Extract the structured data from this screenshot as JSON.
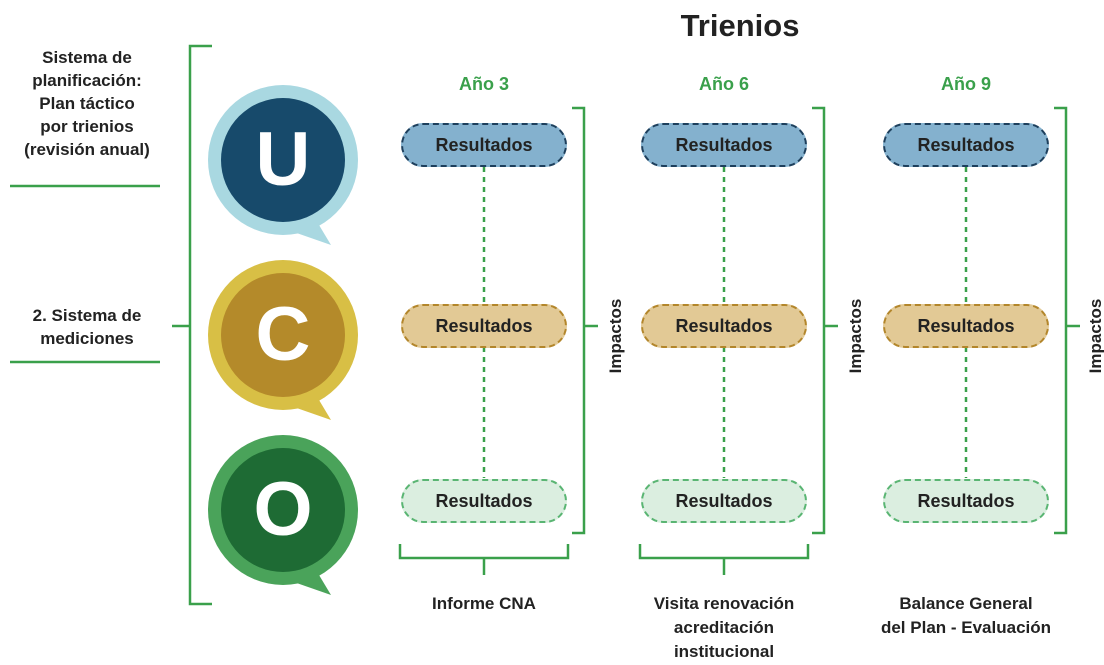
{
  "title": "Trienios",
  "left_labels": {
    "planning": "Sistema de planificación: Plan táctico por trienios (revisión anual)",
    "planning_lines": [
      "Sistema de",
      "planificación:",
      "Plan táctico",
      "por trienios",
      "(revisión anual)"
    ],
    "measurement_lines": [
      "2. Sistema de",
      "mediciones"
    ]
  },
  "badges": [
    {
      "letter": "U",
      "color": "#174a6b",
      "ring": "#a9d8e1"
    },
    {
      "letter": "C",
      "color": "#b48a2a",
      "ring": "#d8bf45"
    },
    {
      "letter": "O",
      "color": "#1e6b34",
      "ring": "#4aa35a"
    }
  ],
  "years": [
    "Año 3",
    "Año 6",
    "Año 9"
  ],
  "results_label": "Resultados",
  "impacts_label": "Impactos",
  "bottom_labels": [
    [
      "Informe CNA"
    ],
    [
      "Visita renovación",
      "acreditación",
      "institucional"
    ],
    [
      "Balance General",
      "del Plan - Evaluación"
    ]
  ],
  "colors": {
    "green": "#3aa04b",
    "line_green": "#3aa04b"
  }
}
